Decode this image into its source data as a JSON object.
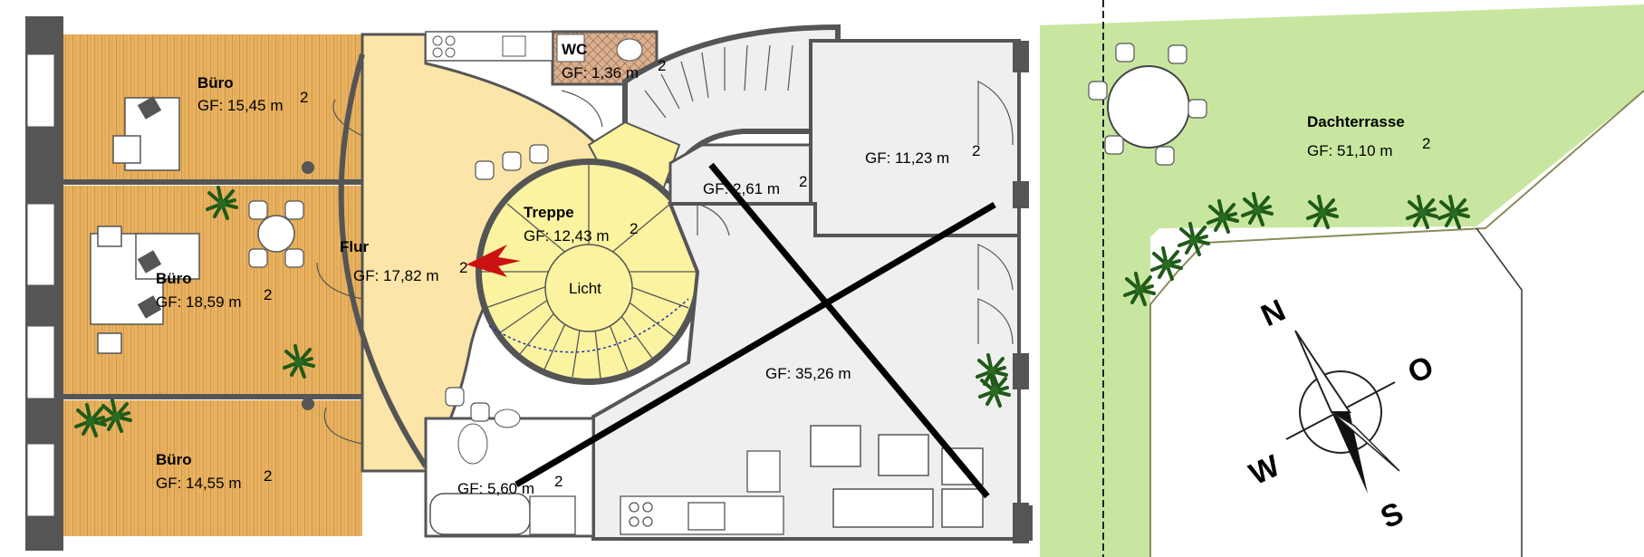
{
  "rooms": {
    "buero_top": {
      "name": "Büro",
      "area": "GF: 15,45 m",
      "unit_sup": "2"
    },
    "buero_mid": {
      "name": "Büro",
      "area": "GF: 18,59 m",
      "unit_sup": "2"
    },
    "buero_bottom": {
      "name": "Büro",
      "area": "GF: 14,55 m",
      "unit_sup": "2"
    },
    "flur": {
      "name": "Flur",
      "area": "GF: 17,82 m",
      "unit_sup": "2"
    },
    "wc": {
      "name": "WC",
      "area": "GF: 1,36 m",
      "unit_sup": "2"
    },
    "treppe": {
      "name": "Treppe",
      "area": "GF: 12,43 m",
      "unit_sup": "2"
    },
    "licht": {
      "name": "Licht"
    },
    "store_small": {
      "area": "GF: 2,61 m",
      "unit_sup": "2"
    },
    "room_1123": {
      "area": "GF: 11,23 m",
      "unit_sup": "2"
    },
    "main_room": {
      "area": "GF: 35,26 m",
      "unit_sup": ""
    },
    "bath": {
      "area": "GF: 5,60 m",
      "unit_sup": "2"
    },
    "terrasse": {
      "name": "Dachterrasse",
      "area": "GF:   51,10 m",
      "unit_sup": "2"
    }
  },
  "compass": {
    "n": "N",
    "o": "O",
    "s": "S",
    "w": "W"
  },
  "colors": {
    "wood": "#e8b260",
    "hall": "#fbe5a8",
    "stair": "#fbf3a0",
    "grey_room": "#efefef",
    "terrace": "#c8e6a0",
    "wall": "#555555",
    "tile": "#c89a78",
    "plant": "#2a6a20",
    "arrow": "#cc1111"
  }
}
